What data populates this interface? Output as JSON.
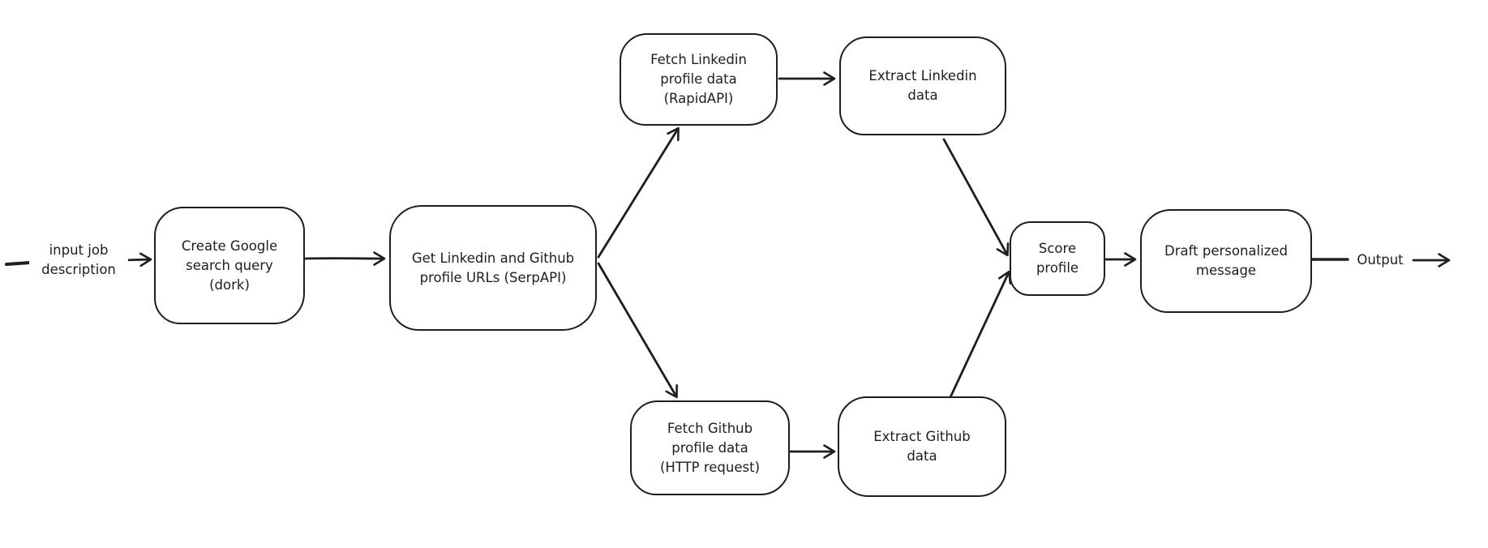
{
  "canvas": {
    "background": "#ffffff",
    "stroke_color": "#1e1e1e"
  },
  "edge_labels": {
    "input": "input job\ndescription",
    "output": "Output"
  },
  "nodes": {
    "create_query": {
      "label": "Create Google\nsearch query\n(dork)"
    },
    "get_urls": {
      "label": "Get Linkedin and Github\nprofile URLs (SerpAPI)"
    },
    "fetch_linkedin": {
      "label": "Fetch Linkedin\nprofile data\n(RapidAPI)"
    },
    "extract_linkedin": {
      "label": "Extract Linkedin\ndata"
    },
    "fetch_github": {
      "label": "Fetch Github\nprofile data\n(HTTP request)"
    },
    "extract_github": {
      "label": "Extract Github\ndata"
    },
    "score_profile": {
      "label": "Score\nprofile"
    },
    "draft_message": {
      "label": "Draft personalized\nmessage"
    }
  }
}
